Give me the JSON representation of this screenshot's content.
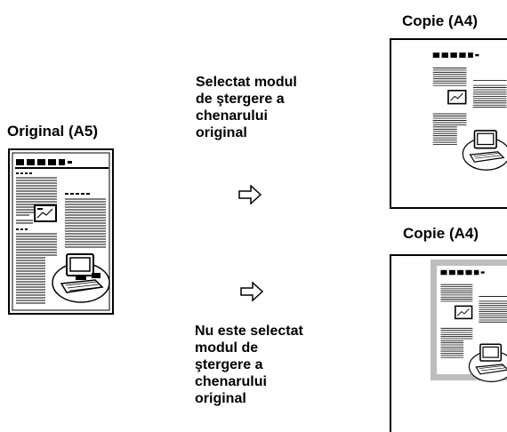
{
  "original": {
    "label": "Original (A5)"
  },
  "copy_top": {
    "label": "Copie (A4)"
  },
  "copy_bottom": {
    "label": "Copie (A4)"
  },
  "option_selected": {
    "text": "Selectat modul\nde ştergere a\nchenarului\noriginal"
  },
  "option_not_selected": {
    "text": "Nu este selectat\nmodul de\nştergere a\nchenarului\noriginal"
  },
  "icons": {
    "arrow": "right-arrow-icon",
    "document": "document-thumbnail-icon",
    "computer": "computer-illustration-icon"
  }
}
